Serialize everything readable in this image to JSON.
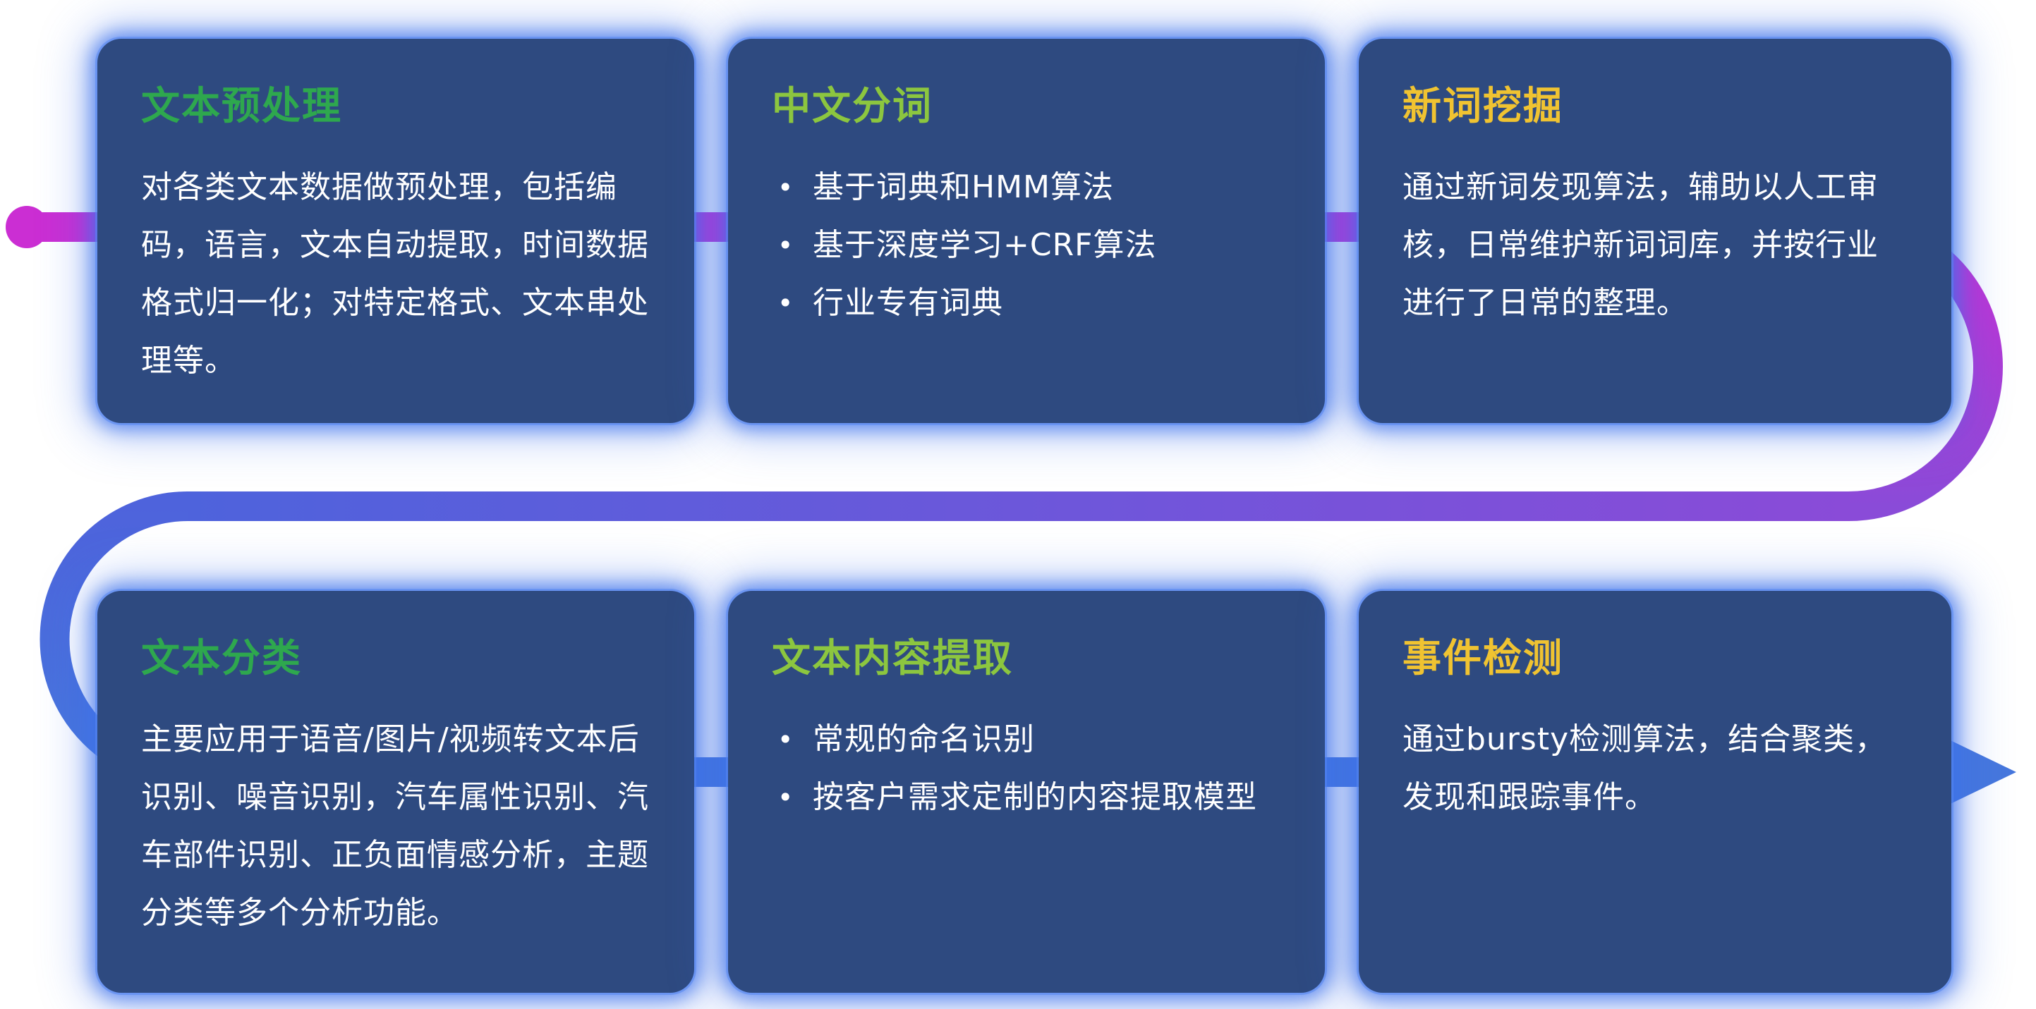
{
  "colors": {
    "card_bg": "#2E4A80",
    "body_text": "#FFFFFF",
    "title_green": "#2EA84E",
    "title_lime": "#8CC63F",
    "title_yellow": "#F0C331",
    "line_magenta": "#CB2ED3",
    "line_purple": "#8A4BD8",
    "line_blue_purple": "#4E63DC",
    "line_blue": "#4677DD"
  },
  "flow": {
    "start_marker": "dot",
    "end_marker": "arrow-right"
  },
  "cards": [
    {
      "id": "text-preprocessing",
      "title": "文本预处理",
      "title_color": "green",
      "type": "paragraph",
      "body": "对各类文本数据做预处理，包括编码，语言，文本自动提取，时间数据格式归一化；对特定格式、文本串处理等。"
    },
    {
      "id": "chinese-word-segmentation",
      "title": "中文分词",
      "title_color": "lime",
      "type": "bullets",
      "bullets": [
        "基于词典和HMM算法",
        "基于深度学习+CRF算法",
        "行业专有词典"
      ]
    },
    {
      "id": "new-word-mining",
      "title": "新词挖掘",
      "title_color": "yellow",
      "type": "paragraph",
      "body": "通过新词发现算法，辅助以人工审核，日常维护新词词库，并按行业进行了日常的整理。"
    },
    {
      "id": "text-classification",
      "title": "文本分类",
      "title_color": "green",
      "type": "paragraph",
      "body": "主要应用于语音/图片/视频转文本后识别、噪音识别，汽车属性识别、汽车部件识别、正负面情感分析，主题分类等多个分析功能。"
    },
    {
      "id": "text-content-extraction",
      "title": "文本内容提取",
      "title_color": "lime",
      "type": "bullets",
      "bullets": [
        "常规的命名识别",
        "按客户需求定制的内容提取模型"
      ]
    },
    {
      "id": "event-detection",
      "title": "事件检测",
      "title_color": "yellow",
      "type": "paragraph",
      "body": "通过bursty检测算法，结合聚类，发现和跟踪事件。"
    }
  ]
}
